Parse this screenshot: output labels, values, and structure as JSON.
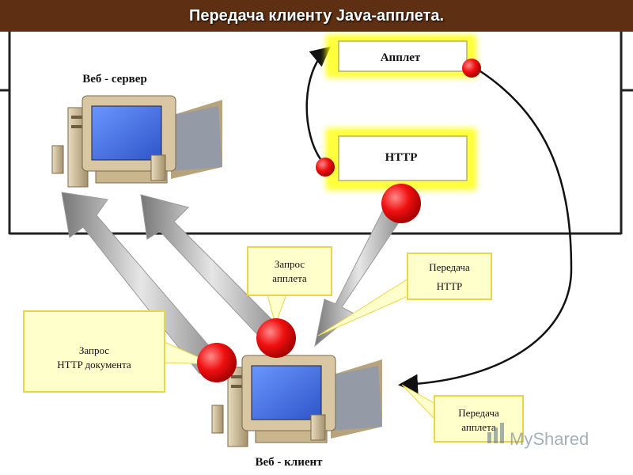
{
  "title": "Передача клиенту Java-апплета.",
  "labels": {
    "web_server": "Веб - сервер",
    "web_client": "Веб - клиент",
    "applet_box": "Апплет",
    "http_box": "HTTP"
  },
  "callouts": {
    "http_doc_request": [
      "Запрос",
      "HTTP документа"
    ],
    "applet_request": [
      "Запрос",
      "апплета"
    ],
    "http_transfer": [
      "Передача",
      "HTTP"
    ],
    "applet_transfer": [
      "Передача",
      "апплета"
    ]
  },
  "watermark": "MyShared",
  "colors": {
    "title_bg": "#5e2f12",
    "callout_bg": "#ffffcc",
    "callout_border": "#e8d74a",
    "highlight": "#ffff00",
    "dot": "#ee0000",
    "screen": "#3f6fe8",
    "monitor": "#d8c7a2"
  }
}
